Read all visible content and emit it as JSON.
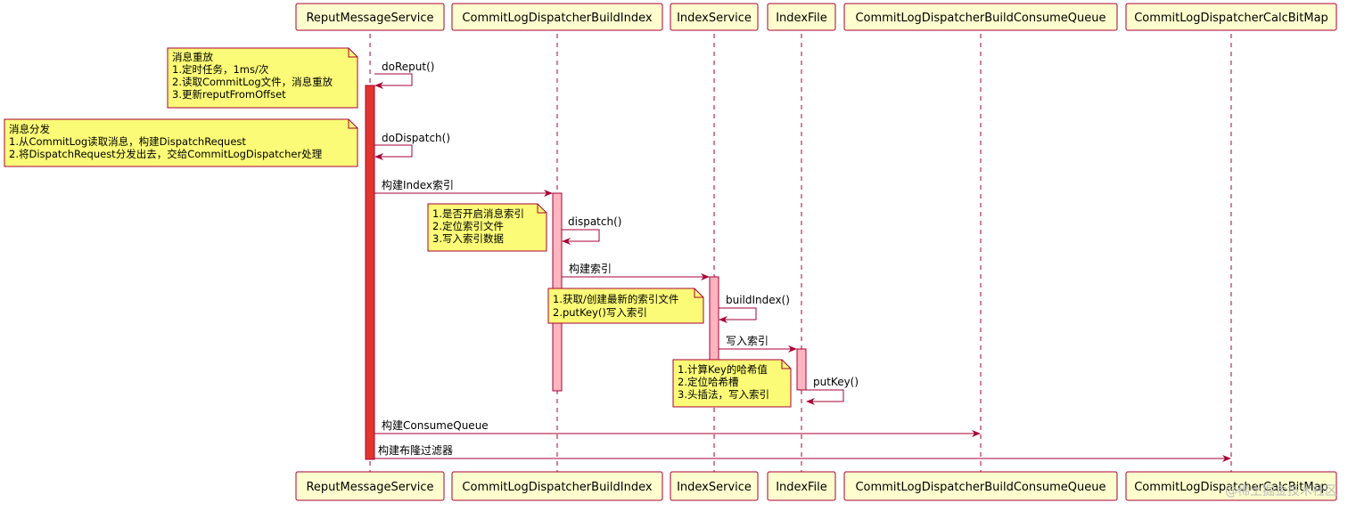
{
  "participants": [
    {
      "id": "reput",
      "label": "ReputMessageService"
    },
    {
      "id": "buildindex",
      "label": "CommitLogDispatcherBuildIndex"
    },
    {
      "id": "indexservice",
      "label": "IndexService"
    },
    {
      "id": "indexfile",
      "label": "IndexFile"
    },
    {
      "id": "consumequeue",
      "label": "CommitLogDispatcherBuildConsumeQueue"
    },
    {
      "id": "bitmap",
      "label": "CommitLogDispatcherCalcBitMap"
    }
  ],
  "activation_colors": {
    "reput": "#E0362C",
    "others": "#FFB5BF",
    "border": "#A80036",
    "note_fill": "#FBFB77",
    "participant_fill": "#FEFECE"
  },
  "messages": [
    {
      "id": "doReput",
      "label": "doReput()",
      "from": "reput",
      "to": "reput"
    },
    {
      "id": "doDispatch",
      "label": "doDispatch()",
      "from": "reput",
      "to": "reput"
    },
    {
      "id": "build-index",
      "label": "构建Index索引",
      "from": "reput",
      "to": "buildindex"
    },
    {
      "id": "dispatch",
      "label": "dispatch()",
      "from": "buildindex",
      "to": "buildindex"
    },
    {
      "id": "build-index2",
      "label": "构建索引",
      "from": "buildindex",
      "to": "indexservice"
    },
    {
      "id": "buildIndex",
      "label": "buildIndex()",
      "from": "indexservice",
      "to": "indexservice"
    },
    {
      "id": "write-index",
      "label": "写入索引",
      "from": "indexservice",
      "to": "indexfile"
    },
    {
      "id": "putKey",
      "label": "putKey()",
      "from": "indexfile",
      "to": "indexfile"
    },
    {
      "id": "build-cq",
      "label": "构建ConsumeQueue",
      "from": "reput",
      "to": "consumequeue"
    },
    {
      "id": "build-bloom",
      "label": "构建布隆过滤器",
      "from": "reput",
      "to": "bitmap"
    }
  ],
  "notes": [
    {
      "id": "reput-note",
      "lines": [
        "消息重放",
        "1.定时任务，1ms/次",
        "2.读取CommitLog文件，消息重放",
        "3.更新reputFromOffset"
      ]
    },
    {
      "id": "dispatch-note",
      "lines": [
        "消息分发",
        "1.从CommitLog读取消息，构建DispatchRequest",
        "2.将DispatchRequest分发出去，交给CommitLogDispatcher处理"
      ]
    },
    {
      "id": "buildindex-note",
      "lines": [
        "1.是否开启消息索引",
        "2.定位索引文件",
        "3.写入索引数据"
      ]
    },
    {
      "id": "indexservice-note",
      "lines": [
        "1.获取/创建最新的索引文件",
        "2.putKey()写入索引"
      ]
    },
    {
      "id": "indexfile-note",
      "lines": [
        "1.计算Key的哈希值",
        "2.定位哈希槽",
        "3.头插法，写入索引"
      ]
    }
  ],
  "watermark": "@稀土掘金技术社区"
}
